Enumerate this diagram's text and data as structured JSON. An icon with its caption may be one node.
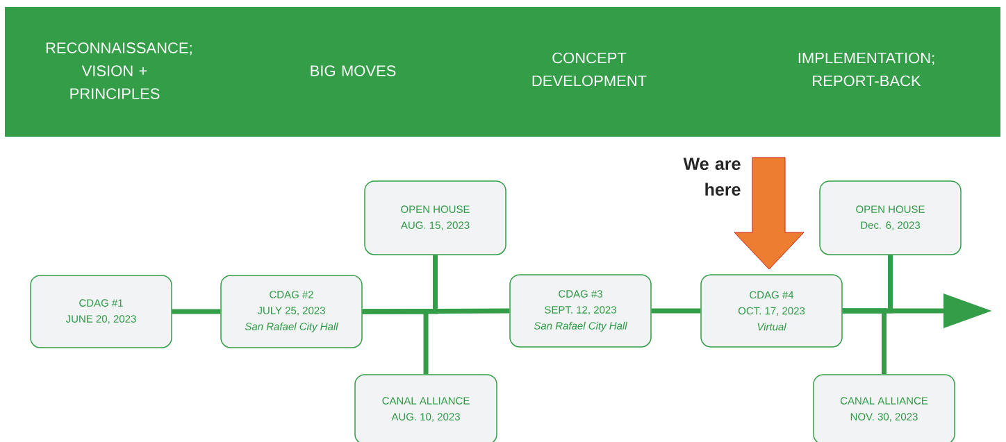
{
  "diagram": {
    "nodes": [
      {
        "text": [
          "RECONNAISSANCE; VISION + PRINCIPLES",
          "BIG MOVES",
          "CONCEPT DEVELOPMENT",
          "IMPLEMENTATION; REPORT-BACK"
        ]
      },
      {
        "text": [
          "CDAG #1",
          "JUNE 20, 2023"
        ]
      },
      {
        "text": [
          "CDAG #2",
          "JULY 25, 2023",
          "San Rafael City Hall"
        ]
      },
      {
        "text": [
          "OPEN HOUSE",
          "AUG. 15, 2023"
        ]
      },
      {
        "text": [
          "CANAL ALLIANCE",
          "AUG. 10, 2023"
        ]
      },
      {
        "text": [
          "CDAG #3",
          "SEPT. 12, 2023",
          "San Rafael City Hall"
        ]
      },
      {
        "text": [
          "CDAG #4",
          "OCT. 17, 2023",
          "Virtual"
        ]
      },
      {
        "text": [
          "OPEN HOUSE",
          "Dec. 6, 2023"
        ]
      },
      {
        "text": [
          "CANAL ALLIANCE",
          "NOV. 30, 2023"
        ]
      }
    ],
    "edges": [
      {
        "from": 1,
        "to": 2,
        "arrow": "none"
      },
      {
        "from": 3,
        "to": 2,
        "arrow": "none"
      },
      {
        "from": 4,
        "to": 2,
        "arrow": "none"
      },
      {
        "from": 2,
        "to": 5,
        "arrow": "none"
      },
      {
        "from": 5,
        "to": 6,
        "arrow": "none"
      },
      {
        "from": 7,
        "to": 6,
        "arrow": "none"
      },
      {
        "from": 8,
        "to": 6,
        "arrow": "none"
      },
      {
        "from": 6,
        "to": null,
        "arrow": "to"
      },
      {
        "from": null,
        "to": 6,
        "arrow": "to",
        "style": "thick",
        "color": "#ed7d31"
      }
    ],
    "labels": [
      "We are here"
    ]
  }
}
